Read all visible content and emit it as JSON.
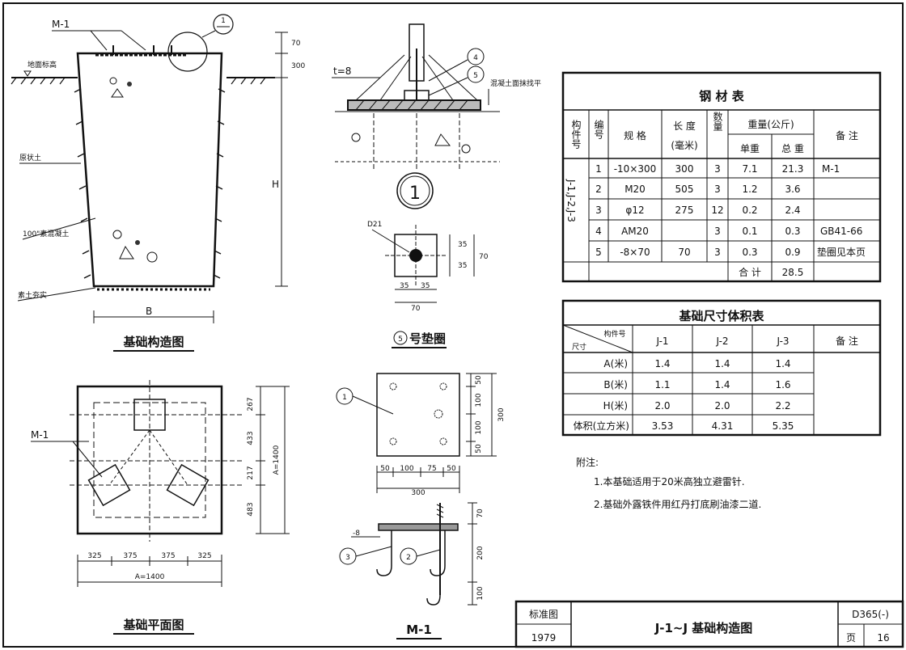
{
  "elevation": {
    "mark": "M-1",
    "callout": "1",
    "ground_label": "地面标高",
    "soil_label": "原状土",
    "concrete_label": "100\"素混凝土",
    "base_label": "素土夯实",
    "dim_top1": "70",
    "dim_top2": "300",
    "dim_h": "H",
    "dim_b": "B",
    "title": "基础构造图"
  },
  "detail1": {
    "plate_label": "t=8",
    "item4": "4",
    "item5": "5",
    "surface_label": "混凝土面抹找平",
    "circle": "1"
  },
  "plate5": {
    "hole_label": "D21",
    "d35a": "35",
    "d35b": "35",
    "d70v": "70",
    "d35c": "35",
    "d35d": "35",
    "d70h": "70",
    "title_num": "5",
    "title": "号垫圈"
  },
  "plan": {
    "mark": "M-1",
    "v_dims": [
      "267",
      "433",
      "217",
      "483"
    ],
    "v_total": "A=1400",
    "h_dims": [
      "325",
      "375",
      "375",
      "325"
    ],
    "h_total": "A=1400",
    "title": "基础平面图"
  },
  "m1": {
    "item1": "1",
    "item2": "2",
    "item3": "3",
    "plate_label": "-8",
    "v_dims": [
      "50",
      "100",
      "100",
      "50"
    ],
    "v_total": "300",
    "h_dims": [
      "50",
      "100",
      "75",
      "50"
    ],
    "h_total": "300",
    "side_dims": [
      "70",
      "200",
      "100"
    ],
    "title": "M-1"
  },
  "steel_table": {
    "title": "钢 材 表",
    "headers": {
      "member": "构件号",
      "no": "编号",
      "spec": "规 格",
      "length": "长 度",
      "length_unit": "(毫米)",
      "qty": "数量",
      "weight": "重量(公斤)",
      "unit_w": "单重",
      "total_w": "总 重",
      "remark": "备 注"
    },
    "group": "J-1,J-2,J-3",
    "rows": [
      {
        "no": "1",
        "spec": "-10×300",
        "length": "300",
        "qty": "3",
        "unit": "7.1",
        "total": "21.3",
        "remark": "M-1"
      },
      {
        "no": "2",
        "spec": "M20",
        "length": "505",
        "qty": "3",
        "unit": "1.2",
        "total": "3.6",
        "remark": ""
      },
      {
        "no": "3",
        "spec": "φ12",
        "length": "275",
        "qty": "12",
        "unit": "0.2",
        "total": "2.4",
        "remark": ""
      },
      {
        "no": "4",
        "spec": "AM20",
        "length": "",
        "qty": "3",
        "unit": "0.1",
        "total": "0.3",
        "remark": "GB41-66"
      },
      {
        "no": "5",
        "spec": "-8×70",
        "length": "70",
        "qty": "3",
        "unit": "0.3",
        "total": "0.9",
        "remark": "垫圈见本页"
      }
    ],
    "sum_label": "合 计",
    "sum_value": "28.5"
  },
  "size_table": {
    "title": "基础尺寸体积表",
    "corner_top": "构件号",
    "corner_bottom": "尺寸",
    "cols": [
      "J-1",
      "J-2",
      "J-3"
    ],
    "remark": "备 注",
    "rows": [
      {
        "label": "A(米)",
        "values": [
          "1.4",
          "1.4",
          "1.4"
        ]
      },
      {
        "label": "B(米)",
        "values": [
          "1.1",
          "1.4",
          "1.6"
        ]
      },
      {
        "label": "H(米)",
        "values": [
          "2.0",
          "2.0",
          "2.2"
        ]
      },
      {
        "label": "体积(立方米)",
        "values": [
          "3.53",
          "4.31",
          "5.35"
        ]
      }
    ]
  },
  "notes": {
    "heading": "附注:",
    "items": [
      "1.本基础适用于20米高独立避雷针.",
      "2.基础外露铁件用红丹打底刷油漆二道."
    ]
  },
  "title_block": {
    "std_label": "标准图",
    "year": "1979",
    "drawing_title": "J-1~J 基础构造图",
    "code": "D365(-)",
    "page_label": "页",
    "page_no": "16"
  }
}
